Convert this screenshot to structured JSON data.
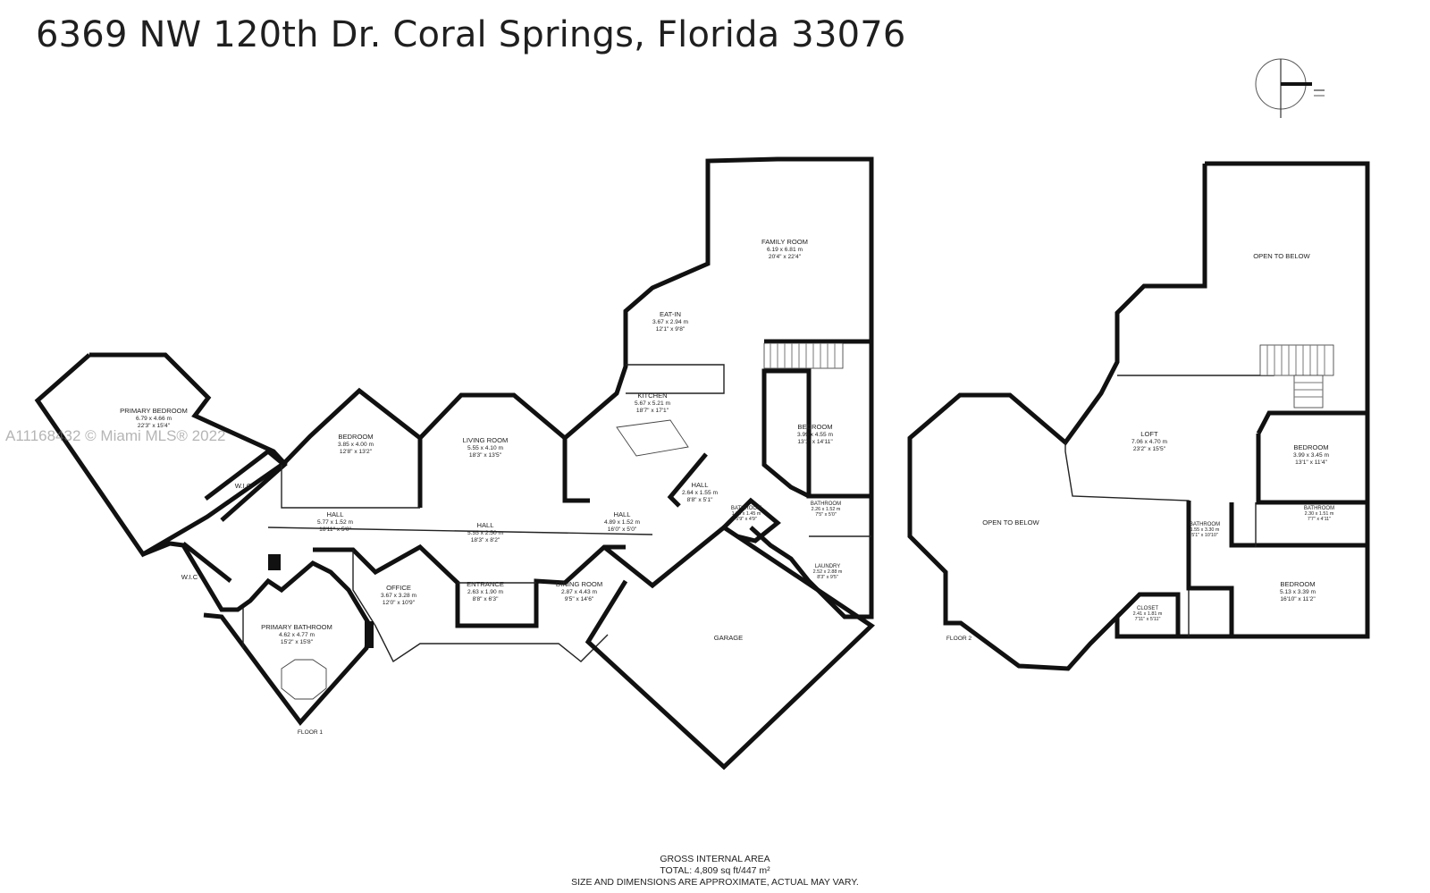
{
  "title": "6369 NW 120th Dr. Coral Springs, Florida 33076",
  "watermark": "A11168432 © Miami MLS® 2022",
  "floors": {
    "floor1_label": "FLOOR 1",
    "floor2_label": "FLOOR 2"
  },
  "rooms_floor1": [
    {
      "name": "PRIMARY BEDROOM",
      "metric": "6.79 x 4.66 m",
      "imperial": "22'3\" x 15'4\""
    },
    {
      "name": "BEDROOM",
      "metric": "3.85 x 4.00 m",
      "imperial": "12'8\" x 13'2\""
    },
    {
      "name": "W.I.C",
      "metric": "",
      "imperial": ""
    },
    {
      "name": "HALL",
      "metric": "5.77 x 1.52 m",
      "imperial": "18'11\" x 5'0\""
    },
    {
      "name": "W.I.C",
      "metric": "",
      "imperial": ""
    },
    {
      "name": "PRIMARY BATHROOM",
      "metric": "4.62 x 4.77 m",
      "imperial": "15'2\" x 15'8\""
    },
    {
      "name": "LIVING ROOM",
      "metric": "5.55 x 4.10 m",
      "imperial": "18'3\" x 13'5\""
    },
    {
      "name": "HALL",
      "metric": "5.55 x 2.50 m",
      "imperial": "18'3\" x 8'2\""
    },
    {
      "name": "OFFICE",
      "metric": "3.67 x 3.28 m",
      "imperial": "12'0\" x 10'9\""
    },
    {
      "name": "ENTRANCE",
      "metric": "2.63 x 1.90 m",
      "imperial": "8'8\" x 6'3\""
    },
    {
      "name": "DINING ROOM",
      "metric": "2.87 x 4.43 m",
      "imperial": "9'5\" x 14'6\""
    },
    {
      "name": "EAT-IN",
      "metric": "3.67 x 2.94 m",
      "imperial": "12'1\" x 9'8\""
    },
    {
      "name": "KITCHEN",
      "metric": "5.67 x 5.21 m",
      "imperial": "18'7\" x 17'1\""
    },
    {
      "name": "FAMILY ROOM",
      "metric": "6.19 x 6.81 m",
      "imperial": "20'4\" x 22'4\""
    },
    {
      "name": "HALL",
      "metric": "4.89 x 1.52 m",
      "imperial": "16'0\" x 5'0\""
    },
    {
      "name": "HALL",
      "metric": "2.64 x 1.55 m",
      "imperial": "8'8\" x 5'1\""
    },
    {
      "name": "BEDROOM",
      "metric": "3.99 x 4.55 m",
      "imperial": "13'1\" x 14'11\""
    },
    {
      "name": "BATHROOM",
      "metric": "2.26 x 1.52 m",
      "imperial": "7'5\" x 5'0\""
    },
    {
      "name": "BATHROOM",
      "metric": "1.74 x 1.45 m",
      "imperial": "5'9\" x 4'9\""
    },
    {
      "name": "LAUNDRY",
      "metric": "2.52 x 2.88 m",
      "imperial": "8'3\" x 9'5\""
    },
    {
      "name": "GARAGE",
      "metric": "",
      "imperial": ""
    }
  ],
  "rooms_floor2": [
    {
      "name": "OPEN TO BELOW",
      "metric": "",
      "imperial": ""
    },
    {
      "name": "LOFT",
      "metric": "7.06 x 4.70 m",
      "imperial": "23'2\" x 15'5\""
    },
    {
      "name": "BEDROOM",
      "metric": "3.99 x 3.45 m",
      "imperial": "13'1\" x 11'4\""
    },
    {
      "name": "OPEN TO BELOW",
      "metric": "",
      "imperial": ""
    },
    {
      "name": "BATHROOM",
      "metric": "2.30 x 1.51 m",
      "imperial": "7'7\" x 4'11\""
    },
    {
      "name": "BATHROOM",
      "metric": "1.55 x 3.30 m",
      "imperial": "5'1\" x 10'10\""
    },
    {
      "name": "BEDROOM",
      "metric": "5.13 x 3.39 m",
      "imperial": "16'10\" x 11'2\""
    },
    {
      "name": "CLOSET",
      "metric": "2.41 x 1.81 m",
      "imperial": "7'11\" x 5'11\""
    }
  ],
  "footer": {
    "line1": "GROSS INTERNAL AREA",
    "line2": "TOTAL: 4,809 sq ft/447 m²",
    "line3": "SIZE AND DIMENSIONS ARE APPROXIMATE, ACTUAL MAY VARY."
  }
}
